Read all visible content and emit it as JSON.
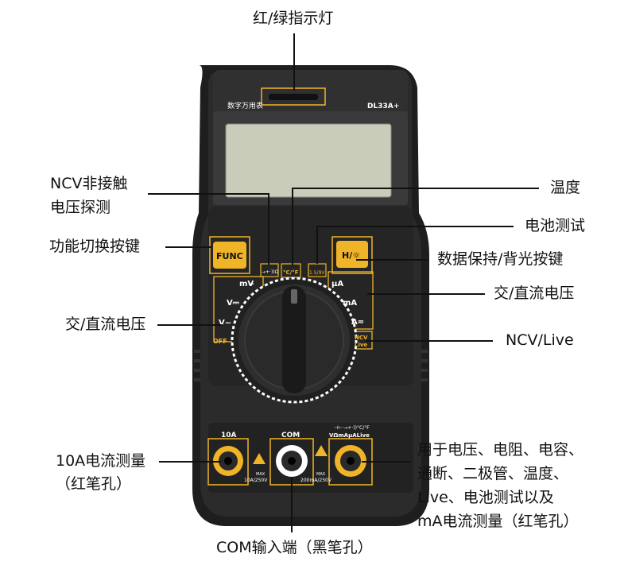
{
  "device": {
    "brand_text": "数字万用表",
    "model": "DL33A+",
    "func_button": "FUNC",
    "hold_button": "H/☼",
    "dial_labels": {
      "mv": "mV̴",
      "vdc": "V⎓",
      "vac": "V~",
      "off": "OFF",
      "ua": "µA",
      "ma": "mA",
      "a": "A≂",
      "ncv": "NCV",
      "live": "Live",
      "diode": "→+·))Ω",
      "temp": "°C/°F",
      "batt": "1.5/9V"
    },
    "jacks": {
      "left_label": "10A",
      "left_max": "MAX",
      "left_rating": "10A/250V",
      "center_label": "COM",
      "center_max": "MAX",
      "center_rating": "200mA/250V",
      "right_label": "VΩmAµALive",
      "right_symbols": "⊣⊢·→+·))°C/°F"
    },
    "colors": {
      "body": "#262626",
      "accent": "#f0b428",
      "screen": "#c9ccb8"
    }
  },
  "callouts": {
    "indicator": "红/绿指示灯",
    "ncv_probe_1": "NCV非接触",
    "ncv_probe_2": "电压探测",
    "func_key": "功能切换按键",
    "ac_dc_voltage_left": "交/直流电压",
    "current_10a_1": "10A电流测量",
    "current_10a_2": "（红笔孔）",
    "com_input": "COM输入端（黑笔孔）",
    "temperature": "温度",
    "battery_test": "电池测试",
    "hold_backlight": "数据保持/背光按键",
    "ac_dc_voltage_right": "交/直流电压",
    "ncv_live": "NCV/Live",
    "multi_1": "用于电压、电阻、电容、",
    "multi_2": "通断、二极管、温度、",
    "multi_3": "Live、电池测试以及",
    "multi_4": "mA电流测量（红笔孔）"
  }
}
